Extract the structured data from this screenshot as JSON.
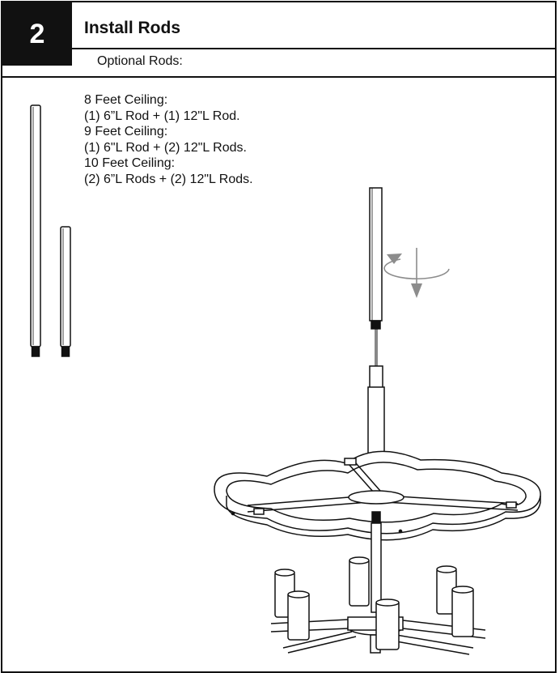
{
  "step": {
    "number": "2",
    "title": "Install Rods",
    "subtitle": "Optional Rods:"
  },
  "notes": [
    "8 Feet Ceiling:",
    "(1) 6”L Rod + (1) 12\"L Rod.",
    "9 Feet Ceiling:",
    "(1) 6\"L Rod + (2) 12\"L Rods.",
    "10 Feet Ceiling:",
    "(2) 6”L Rods + (2) 12\"L Rods."
  ],
  "icons": {
    "rotate": "rotate-clockwise-down-icon"
  },
  "colors": {
    "line": "#111111",
    "arrow": "#8c8c8c"
  }
}
